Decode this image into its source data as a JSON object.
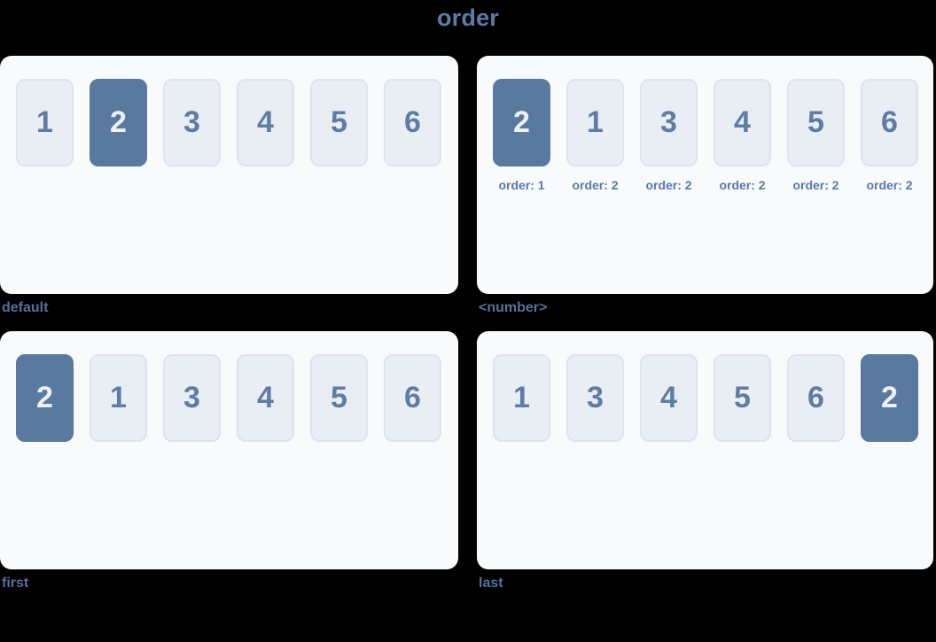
{
  "page": {
    "title": "order",
    "background": "#000000"
  },
  "colors": {
    "page_bg": "#000000",
    "title_text": "#5d7ba4",
    "caption_text": "#55719b",
    "panel_bg": "#f8fafc",
    "box_bg": "#e9edf4",
    "box_border": "#dde4ef",
    "box_number_text": "#5f7da4",
    "highlight_bg": "#59799e",
    "highlight_text": "#edf1f7",
    "order_label_text": "#5b7aa3"
  },
  "panels": [
    {
      "id": "default",
      "caption": "default",
      "items": [
        {
          "text": "1",
          "highlight": false
        },
        {
          "text": "2",
          "highlight": true
        },
        {
          "text": "3",
          "highlight": false
        },
        {
          "text": "4",
          "highlight": false
        },
        {
          "text": "5",
          "highlight": false
        },
        {
          "text": "6",
          "highlight": false
        }
      ]
    },
    {
      "id": "number",
      "caption": "<number>",
      "items": [
        {
          "text": "2",
          "highlight": true,
          "order_label": "order: 1"
        },
        {
          "text": "1",
          "highlight": false,
          "order_label": "order: 2"
        },
        {
          "text": "3",
          "highlight": false,
          "order_label": "order: 2"
        },
        {
          "text": "4",
          "highlight": false,
          "order_label": "order: 2"
        },
        {
          "text": "5",
          "highlight": false,
          "order_label": "order: 2"
        },
        {
          "text": "6",
          "highlight": false,
          "order_label": "order: 2"
        }
      ]
    },
    {
      "id": "first",
      "caption": "first",
      "items": [
        {
          "text": "2",
          "highlight": true
        },
        {
          "text": "1",
          "highlight": false
        },
        {
          "text": "3",
          "highlight": false
        },
        {
          "text": "4",
          "highlight": false
        },
        {
          "text": "5",
          "highlight": false
        },
        {
          "text": "6",
          "highlight": false
        }
      ]
    },
    {
      "id": "last",
      "caption": "last",
      "items": [
        {
          "text": "1",
          "highlight": false
        },
        {
          "text": "3",
          "highlight": false
        },
        {
          "text": "4",
          "highlight": false
        },
        {
          "text": "5",
          "highlight": false
        },
        {
          "text": "6",
          "highlight": false
        },
        {
          "text": "2",
          "highlight": true
        }
      ]
    }
  ]
}
